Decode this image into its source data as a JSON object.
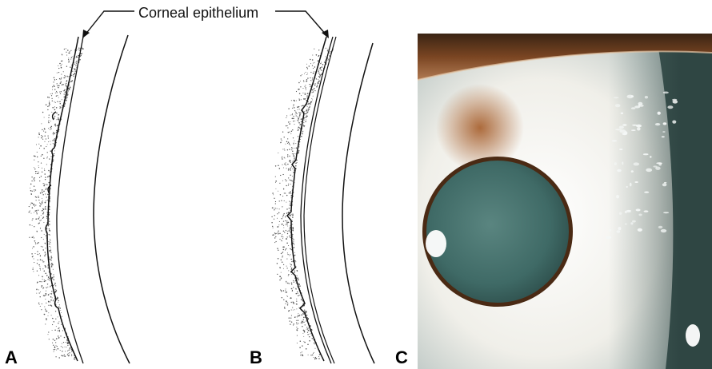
{
  "callout": {
    "label": "Corneal epithelium"
  },
  "panels": {
    "a": {
      "letter": "A"
    },
    "b": {
      "letter": "B"
    },
    "c": {
      "letter": "C"
    }
  },
  "colors": {
    "line": "#111111",
    "stipple": "#555555",
    "photo_iris": "#f2f2ee",
    "photo_pupil": "#3e6a66",
    "photo_lid": "#6e3c1c"
  }
}
